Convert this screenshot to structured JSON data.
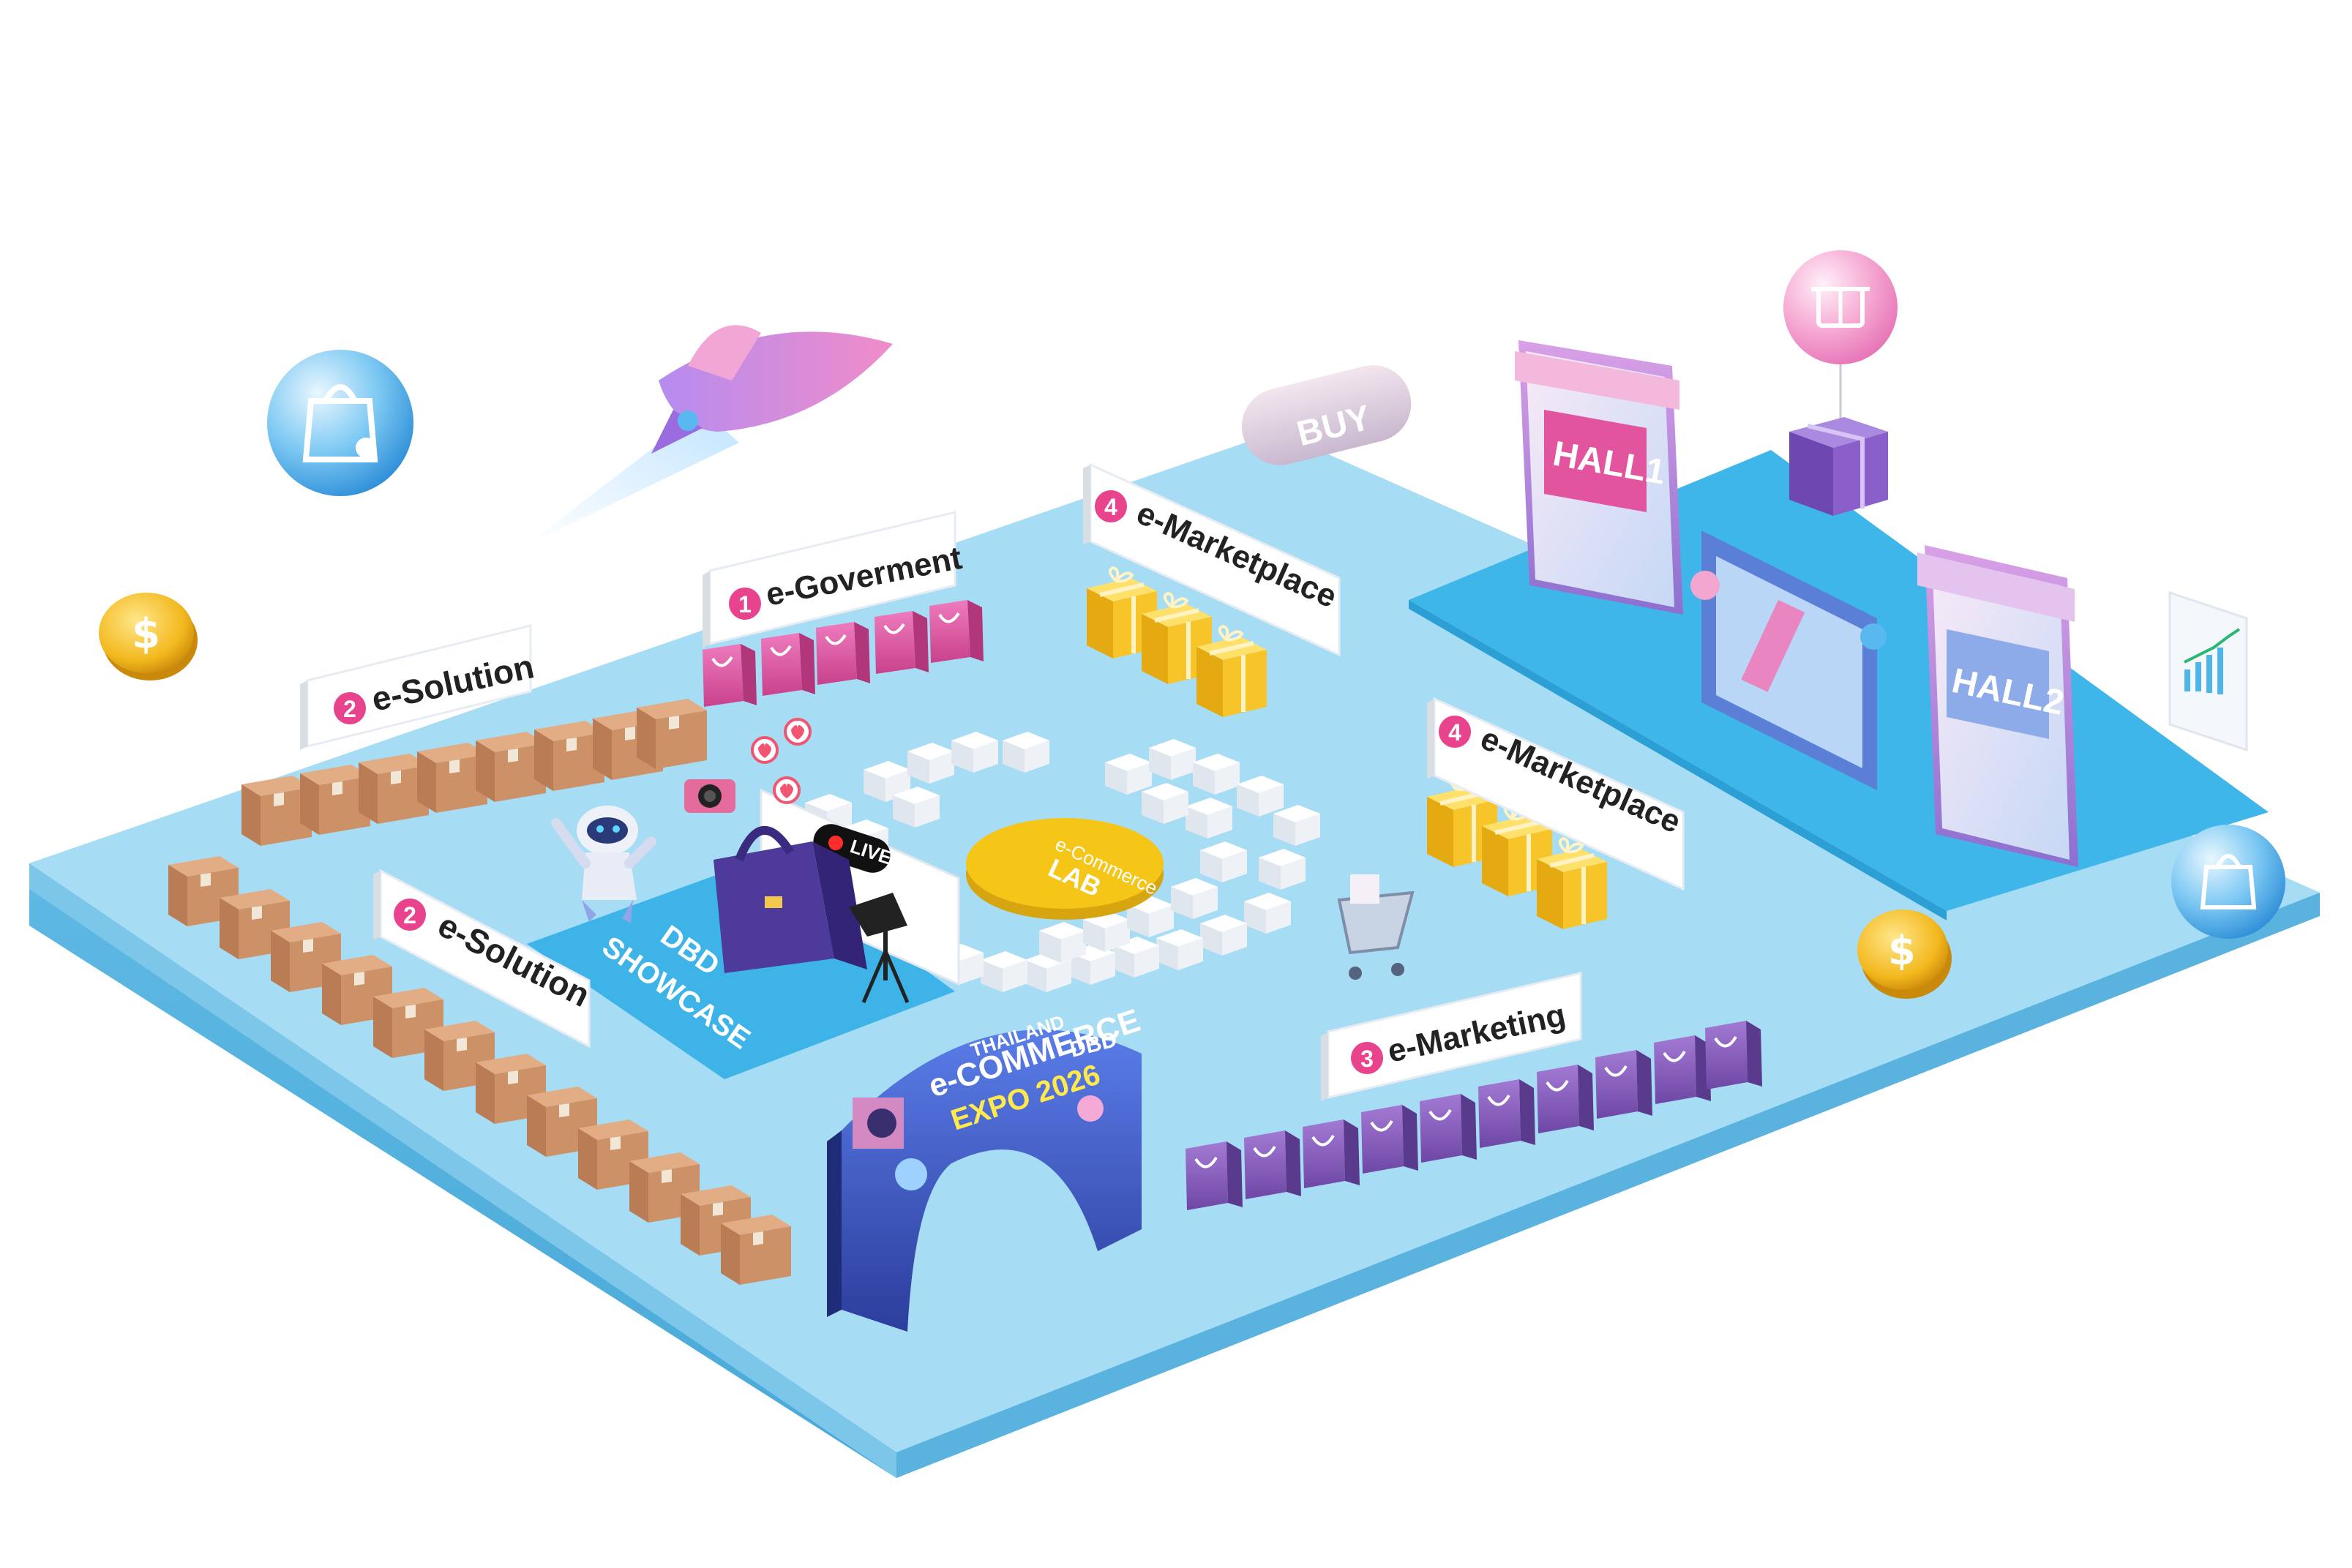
{
  "zones": {
    "e_goverment": {
      "num": "1",
      "label": "e-Goverment"
    },
    "e_solution_top": {
      "num": "2",
      "label": "e-Solution"
    },
    "e_solution_bottom": {
      "num": "2",
      "label": "e-Solution"
    },
    "e_marketing": {
      "num": "3",
      "label": "e-Marketing"
    },
    "e_marketplace_top": {
      "num": "4",
      "label": "e-Marketplace"
    },
    "e_marketplace_right": {
      "num": "4",
      "label": "e-Marketplace"
    }
  },
  "lab": {
    "line1": "e-Commerce",
    "line2": "LAB"
  },
  "showcase": {
    "line1": "DBD",
    "line2": "SHOWCASE"
  },
  "live_badge": "LIVE",
  "buy_button": "BUY",
  "halls": {
    "hall1": "HALL1",
    "hall2": "HALL2"
  },
  "arch": {
    "line1": "THAILAND",
    "line2": "e-COMMERCE",
    "line3": "EXPO 2026",
    "brand": "DBD"
  },
  "colors": {
    "floor": "#a6dcf4",
    "floor_edge": "#5ab8e3",
    "hall_area": "#3fb6ea",
    "showcase_area": "#3db3e8",
    "badge_pink": "#e8438c",
    "bag_pink": "#e25ba4",
    "bag_purple": "#8e63c0",
    "box_brown": "#c98f66",
    "gift_yellow": "#f7c42a",
    "lab_yellow": "#f5c518"
  },
  "icons": [
    "rocket-icon",
    "shopping-bag-icon",
    "coin-icon",
    "gift-icon",
    "camera-icon",
    "heart-icon",
    "robot-icon",
    "handbag-icon",
    "spotlight-icon",
    "shopping-cart-icon",
    "chart-icon"
  ]
}
